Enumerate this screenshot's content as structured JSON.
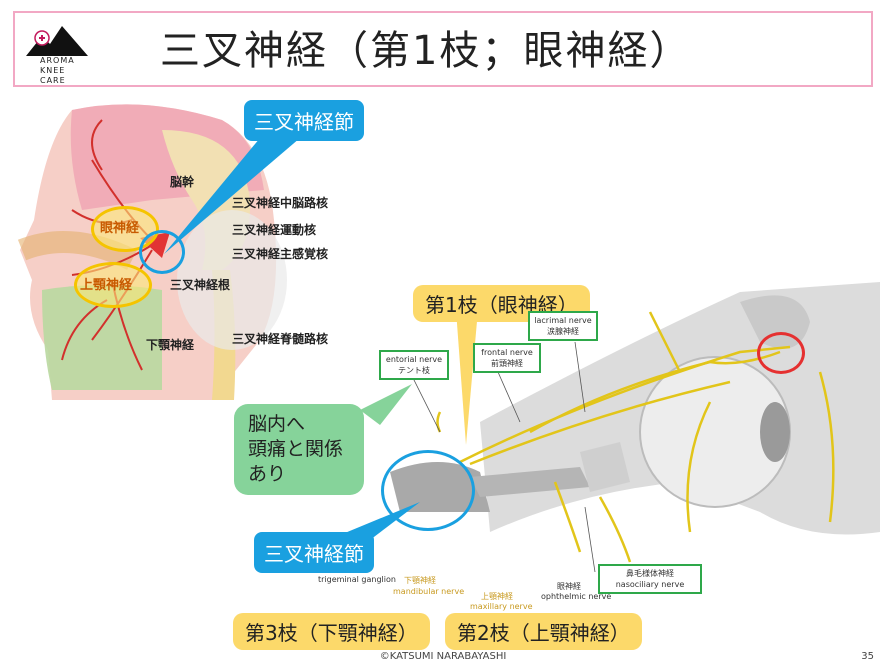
{
  "slide": {
    "title": "三叉神経（第1枝；眼神経）",
    "logo_lines": [
      "AROMA",
      "KNEE",
      "CARE"
    ],
    "footer": "©KATSUMI NARABAYASHI",
    "page_number": "35"
  },
  "callouts": {
    "ganglion_top": "三叉神経節",
    "ganglion_bottom": "三叉神経節",
    "brain_note_lines": [
      "脳内へ",
      "頭痛と関係",
      "あり"
    ]
  },
  "yellow_labels": {
    "branch1": "第1枝（眼神経）",
    "branch3": "第3枝（下顎神経）",
    "branch2": "第2枝（上顎神経）"
  },
  "head_labels": {
    "ophthalmic": "眼神経",
    "maxillary": "上顎神経",
    "brainstem": "脳幹",
    "mesencephalic": "三叉神経中脳路核",
    "motor": "三叉神経運動核",
    "sensory": "三叉神経主感覚核",
    "root": "三叉神経根",
    "spinal": "三叉神経脊髄路核",
    "mandibular": "下顎神経"
  },
  "nerve_boxes": {
    "tentorial": {
      "en": "entorial nerve",
      "jp": "テント枝"
    },
    "frontal": {
      "en": "frontal nerve",
      "jp": "前頭神経"
    },
    "lacrimal": {
      "en": "lacrimal nerve",
      "jp": "涙腺神経"
    },
    "nasociliary": {
      "jp": "鼻毛様体神経",
      "en": "nasociliary nerve"
    }
  },
  "diagram_labels": {
    "trigeminal_ganglion": "trigeminal ganglion",
    "mandibular_jp": "下顎神経",
    "mandibular_en": "mandibular nerve",
    "maxillary_jp": "上顎神経",
    "maxillary_en": "maxillary nerve",
    "ophthalmic_jp": "眼神経",
    "ophthalmic_en": "ophthelmic nerve"
  }
}
